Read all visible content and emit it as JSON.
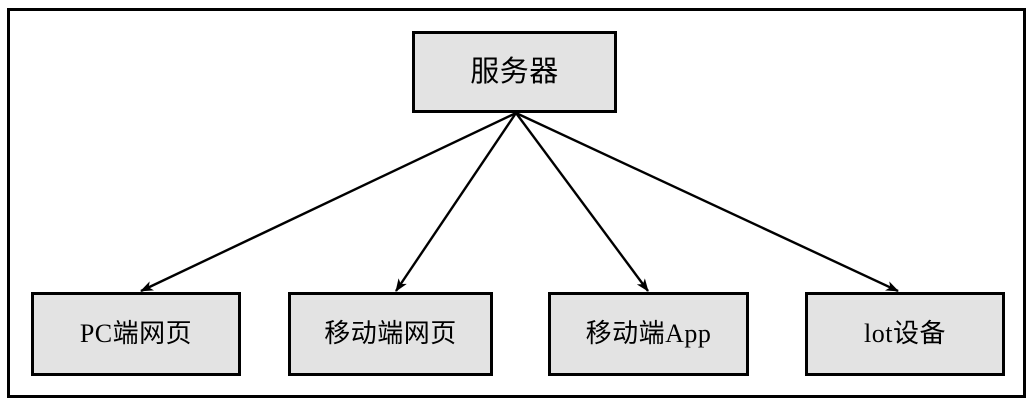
{
  "diagram": {
    "type": "hierarchy-tree",
    "title": "",
    "frame": {
      "border_color": "#000000",
      "background": "#ffffff"
    },
    "node_style": {
      "fill": "#e3e3e3",
      "stroke": "#000000",
      "text_color": "#000000"
    },
    "root": {
      "id": "server",
      "label": "服务器"
    },
    "children": [
      {
        "id": "pc-web",
        "label": "PC端网页"
      },
      {
        "id": "mobile-web",
        "label": "移动端网页"
      },
      {
        "id": "mobile-app",
        "label": "移动端App"
      },
      {
        "id": "iot-device",
        "label": "lot设备"
      }
    ],
    "edges": [
      {
        "from": "server",
        "to": "pc-web",
        "label": "",
        "arrow": "single"
      },
      {
        "from": "server",
        "to": "mobile-web",
        "label": "",
        "arrow": "single"
      },
      {
        "from": "server",
        "to": "mobile-app",
        "label": "",
        "arrow": "single"
      },
      {
        "from": "server",
        "to": "iot-device",
        "label": "",
        "arrow": "single"
      }
    ]
  }
}
